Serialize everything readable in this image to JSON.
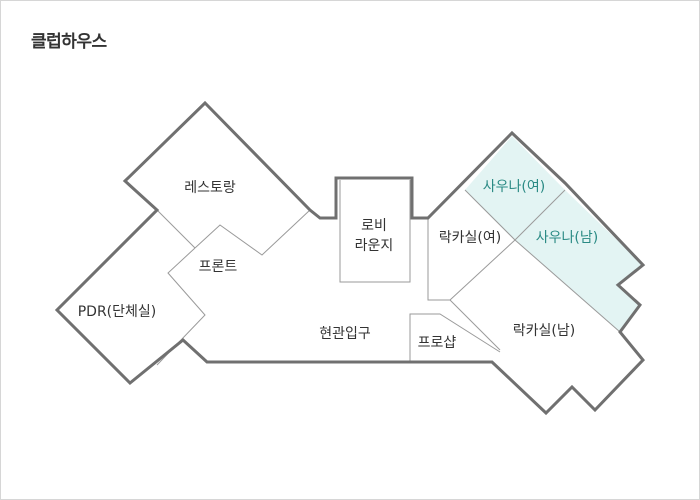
{
  "title": "클럽하우스",
  "rooms": {
    "restaurant": "레스토랑",
    "front": "프론트",
    "pdr": "PDR(단체실)",
    "lobby_line1": "로비",
    "lobby_line2": "라운지",
    "entrance": "현관입구",
    "proshop": "프로샵",
    "locker_women": "락카실(여)",
    "sauna_women": "사우나(여)",
    "sauna_men": "사우나(남)",
    "locker_men": "락카실(남)"
  },
  "colors": {
    "outer_wall": "#707070",
    "inner_wall": "#9a9a9a",
    "sauna_fill": "#e3f4f3",
    "sauna_text": "#2a8a84",
    "label_text": "#333333"
  }
}
